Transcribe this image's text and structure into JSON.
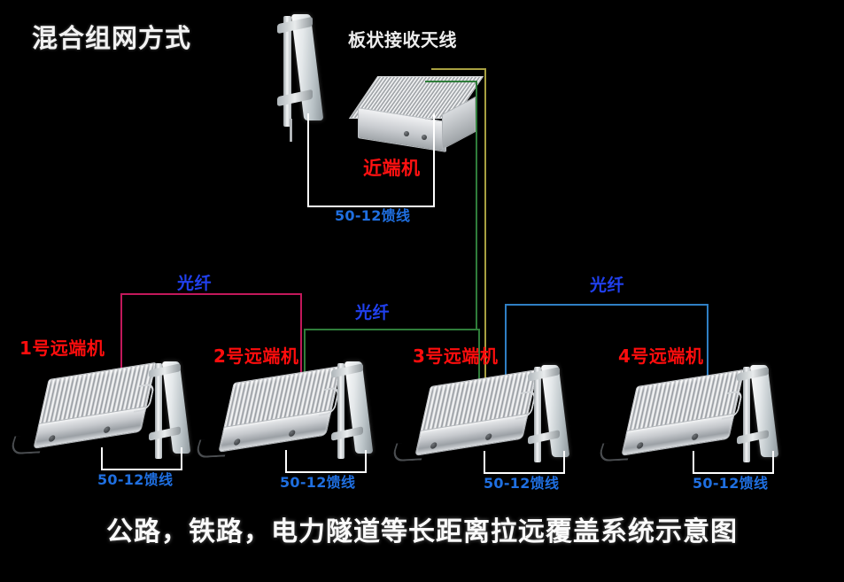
{
  "diagram": {
    "title": "混合组网方式",
    "caption": "公路，铁路，电力隧道等长距离拉远覆盖系统示意图",
    "background_color": "#000000"
  },
  "labels": {
    "panel_antenna": "板状接收天线",
    "near_end_unit": "近端机",
    "feeder": "50-12馈线",
    "fiber": "光纤"
  },
  "nodes": [
    {
      "id": "near-end",
      "label": "近端机",
      "color": "#ff1111",
      "role": "master-unit"
    },
    {
      "id": "remote-1",
      "label": "1号远端机",
      "color": "#ff0d0d",
      "role": "remote-unit"
    },
    {
      "id": "remote-2",
      "label": "2号远端机",
      "color": "#ff0d0d",
      "role": "remote-unit"
    },
    {
      "id": "remote-3",
      "label": "3号远端机",
      "color": "#ff0d0d",
      "role": "remote-unit"
    },
    {
      "id": "remote-4",
      "label": "4号远端机",
      "color": "#ff0d0d",
      "role": "remote-unit"
    }
  ],
  "feeder_links": [
    {
      "id": "feeder-near",
      "label": "50-12馈线",
      "color": "#1f6fe0"
    },
    {
      "id": "feeder-remote1",
      "label": "50-12馈线",
      "color": "#1f6fe0"
    },
    {
      "id": "feeder-remote2",
      "label": "50-12馈线",
      "color": "#1f6fe0"
    },
    {
      "id": "feeder-remote3",
      "label": "50-12馈线",
      "color": "#1f6fe0"
    },
    {
      "id": "feeder-remote4",
      "label": "50-12馈线",
      "color": "#1f6fe0"
    }
  ],
  "fiber_links": [
    {
      "id": "fiber-1",
      "label": "光纤",
      "line_color": "#c2185b",
      "from": "near-end",
      "to": "remote-1"
    },
    {
      "id": "fiber-2",
      "label": "光纤",
      "line_color": "#2f7d3a",
      "from": "near-end",
      "to": "remote-2"
    },
    {
      "id": "fiber-3",
      "label": "光纤",
      "line_color": "#a8a040",
      "from": "near-end",
      "to": "remote-3"
    },
    {
      "id": "fiber-4",
      "label": "光纤",
      "line_color": "#2f7fc4",
      "from": "near-end",
      "to": "remote-4"
    }
  ],
  "antennas": [
    {
      "id": "antenna-near",
      "type": "panel"
    },
    {
      "id": "antenna-remote1",
      "type": "panel"
    },
    {
      "id": "antenna-remote2",
      "type": "panel"
    },
    {
      "id": "antenna-remote3",
      "type": "panel"
    },
    {
      "id": "antenna-remote4",
      "type": "panel"
    }
  ]
}
